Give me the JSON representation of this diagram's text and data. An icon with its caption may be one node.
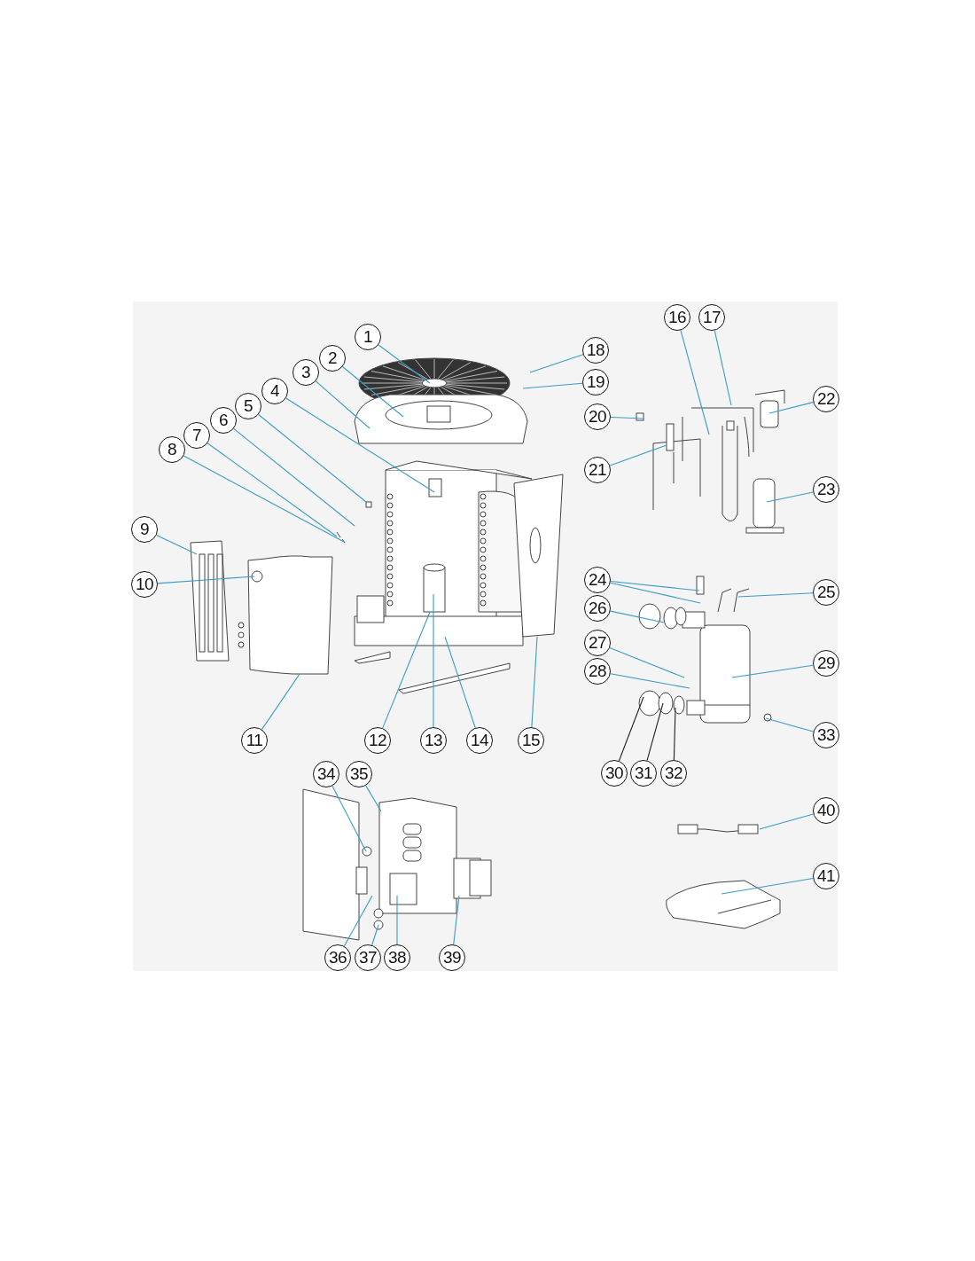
{
  "diagram": {
    "nodes": [
      {
        "text": [
          "1"
        ]
      },
      {
        "text": [
          "2"
        ]
      },
      {
        "text": [
          "3"
        ]
      },
      {
        "text": [
          "4"
        ]
      },
      {
        "text": [
          "5"
        ]
      },
      {
        "text": [
          "6"
        ]
      },
      {
        "text": [
          "7"
        ]
      },
      {
        "text": [
          "8"
        ]
      },
      {
        "text": [
          "9"
        ]
      },
      {
        "text": [
          "10"
        ]
      },
      {
        "text": [
          "11"
        ]
      },
      {
        "text": [
          "12"
        ]
      },
      {
        "text": [
          "13"
        ]
      },
      {
        "text": [
          "14"
        ]
      },
      {
        "text": [
          "15"
        ]
      },
      {
        "text": [
          "16"
        ]
      },
      {
        "text": [
          "17"
        ]
      },
      {
        "text": [
          "18"
        ]
      },
      {
        "text": [
          "19"
        ]
      },
      {
        "text": [
          "20"
        ]
      },
      {
        "text": [
          "21"
        ]
      },
      {
        "text": [
          "22"
        ]
      },
      {
        "text": [
          "23"
        ]
      },
      {
        "text": [
          "24"
        ]
      },
      {
        "text": [
          "25"
        ]
      },
      {
        "text": [
          "26"
        ]
      },
      {
        "text": [
          "27"
        ]
      },
      {
        "text": [
          "28"
        ]
      },
      {
        "text": [
          "29"
        ]
      },
      {
        "text": [
          "30"
        ]
      },
      {
        "text": [
          "31"
        ]
      },
      {
        "text": [
          "32"
        ]
      },
      {
        "text": [
          "33"
        ]
      },
      {
        "text": [
          "34"
        ]
      },
      {
        "text": [
          "35"
        ]
      },
      {
        "text": [
          "36"
        ]
      },
      {
        "text": [
          "37"
        ]
      },
      {
        "text": [
          "38"
        ]
      },
      {
        "text": [
          "39"
        ]
      },
      {
        "text": [
          "40"
        ]
      },
      {
        "text": [
          "41"
        ]
      }
    ],
    "edges": [
      {
        "from": 0,
        "to": null,
        "arrow": "none"
      },
      {
        "from": 1,
        "to": null,
        "arrow": "none"
      },
      {
        "from": 2,
        "to": null,
        "arrow": "none"
      },
      {
        "from": 3,
        "to": null,
        "arrow": "none"
      },
      {
        "from": 4,
        "to": null,
        "arrow": "none"
      },
      {
        "from": 5,
        "to": null,
        "arrow": "none"
      },
      {
        "from": 6,
        "to": null,
        "arrow": "none"
      },
      {
        "from": 7,
        "to": null,
        "arrow": "none"
      },
      {
        "from": 8,
        "to": null,
        "arrow": "none"
      },
      {
        "from": 9,
        "to": null,
        "arrow": "none"
      },
      {
        "from": 10,
        "to": null,
        "arrow": "none"
      },
      {
        "from": 11,
        "to": null,
        "arrow": "none"
      },
      {
        "from": 12,
        "to": null,
        "arrow": "none"
      },
      {
        "from": 13,
        "to": null,
        "arrow": "none"
      },
      {
        "from": 14,
        "to": null,
        "arrow": "none"
      },
      {
        "from": 15,
        "to": null,
        "arrow": "none"
      },
      {
        "from": 16,
        "to": null,
        "arrow": "none"
      },
      {
        "from": 17,
        "to": null,
        "arrow": "none"
      },
      {
        "from": 18,
        "to": null,
        "arrow": "none"
      },
      {
        "from": 19,
        "to": null,
        "arrow": "none"
      },
      {
        "from": 20,
        "to": null,
        "arrow": "none"
      },
      {
        "from": 21,
        "to": null,
        "arrow": "none"
      },
      {
        "from": 22,
        "to": null,
        "arrow": "none"
      },
      {
        "from": 23,
        "to": null,
        "arrow": "none"
      },
      {
        "from": 23,
        "to": null,
        "arrow": "none"
      },
      {
        "from": 24,
        "to": null,
        "arrow": "none"
      },
      {
        "from": 25,
        "to": null,
        "arrow": "none"
      },
      {
        "from": 26,
        "to": null,
        "arrow": "none"
      },
      {
        "from": 27,
        "to": null,
        "arrow": "none"
      },
      {
        "from": 28,
        "to": null,
        "arrow": "none"
      },
      {
        "from": 29,
        "to": null,
        "arrow": "none",
        "color": "#222222"
      },
      {
        "from": 30,
        "to": null,
        "arrow": "none",
        "color": "#222222"
      },
      {
        "from": 31,
        "to": null,
        "arrow": "none",
        "color": "#222222"
      },
      {
        "from": 32,
        "to": null,
        "arrow": "none"
      },
      {
        "from": 33,
        "to": null,
        "arrow": "none"
      },
      {
        "from": 34,
        "to": null,
        "arrow": "none"
      },
      {
        "from": 35,
        "to": null,
        "arrow": "none"
      },
      {
        "from": 36,
        "to": null,
        "arrow": "none"
      },
      {
        "from": 37,
        "to": null,
        "arrow": "none"
      },
      {
        "from": 38,
        "to": null,
        "arrow": "none"
      },
      {
        "from": 39,
        "to": null,
        "arrow": "none"
      },
      {
        "from": 40,
        "to": null,
        "arrow": "none"
      }
    ]
  }
}
